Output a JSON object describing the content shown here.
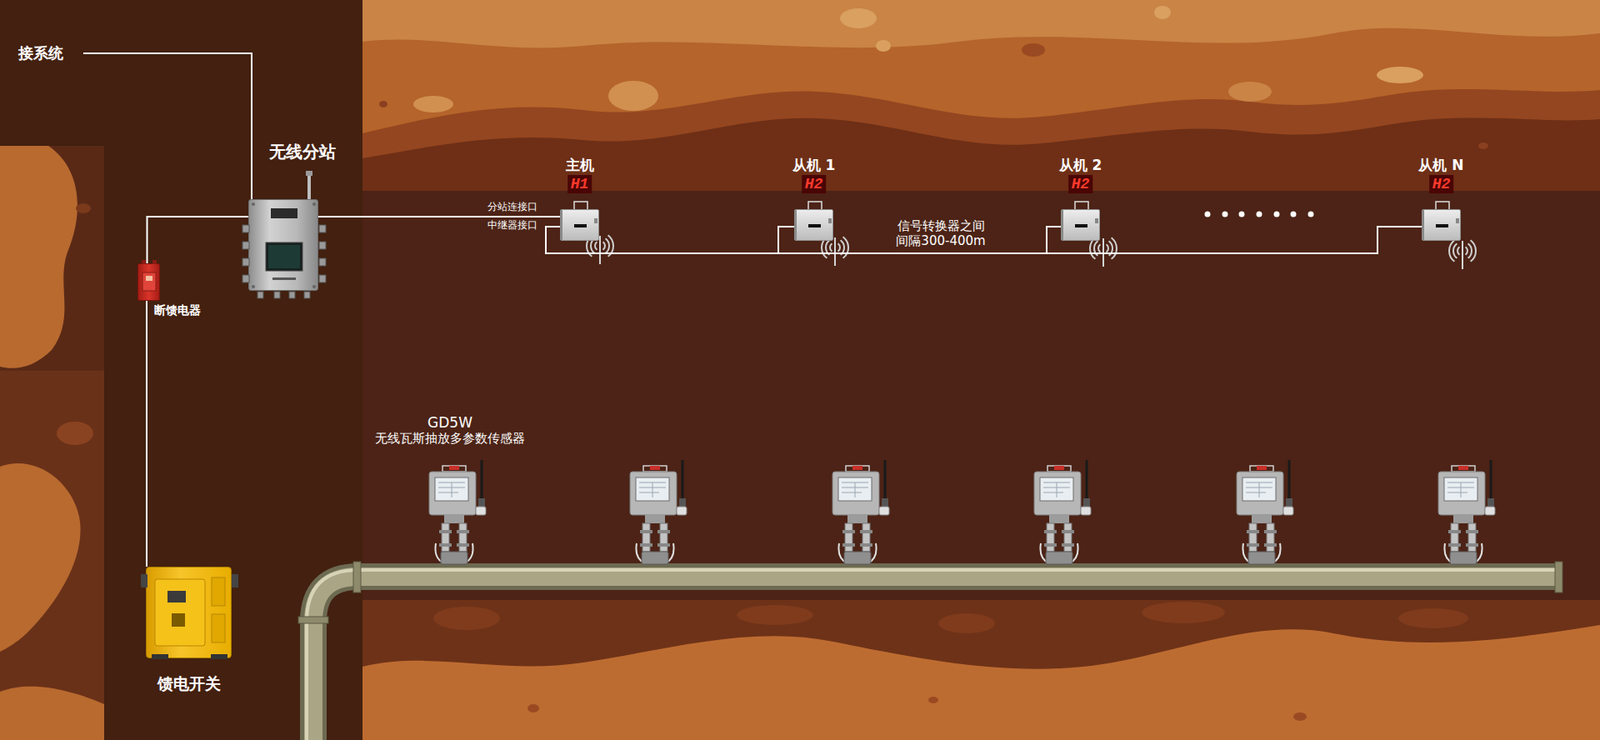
{
  "diagram": {
    "nodes": [
      {
        "text": [
          "无线分站"
        ]
      },
      {
        "text": [
          "主机",
          "H1"
        ]
      },
      {
        "text": [
          "从机 1",
          "H2"
        ]
      },
      {
        "text": [
          "从机 2",
          "H2"
        ]
      },
      {
        "text": [
          "从机 N",
          "H2"
        ]
      },
      {
        "text": [
          "断馈电器"
        ]
      },
      {
        "text": [
          "馈电开关"
        ]
      }
    ],
    "edges": [
      {
        "from": 0,
        "to": 1,
        "arrow": "none"
      },
      {
        "from": 0,
        "to": 5,
        "arrow": "none"
      },
      {
        "from": 5,
        "to": 6,
        "arrow": "none"
      },
      {
        "from": 1,
        "to": 2,
        "arrow": "none"
      },
      {
        "from": 2,
        "to": 3,
        "arrow": "none"
      },
      {
        "from": 3,
        "to": 4,
        "arrow": "none"
      }
    ],
    "labels": [
      "接系统",
      "分站连接口",
      "中继器接口",
      "信号转换器之间 间隔300-400m",
      "GD5W",
      "无线瓦斯抽放多参数传感器"
    ]
  }
}
